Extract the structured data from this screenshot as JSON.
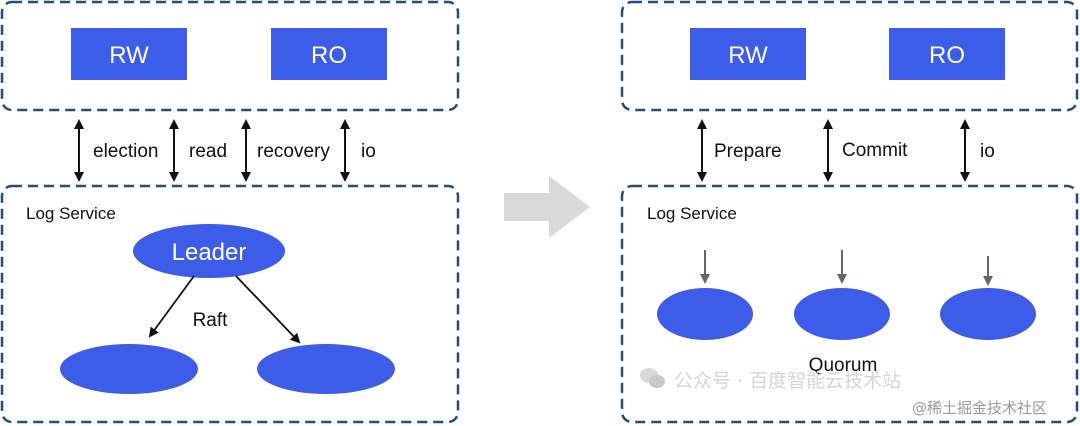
{
  "left_panel": {
    "nodes": {
      "rw": "RW",
      "ro": "RO"
    },
    "links": [
      "election",
      "read",
      "recovery",
      "io"
    ],
    "log_service": {
      "title": "Log Service",
      "leader": "Leader",
      "protocol": "Raft"
    }
  },
  "right_panel": {
    "nodes": {
      "rw": "RW",
      "ro": "RO"
    },
    "links": [
      "Prepare",
      "Commit",
      "io"
    ],
    "log_service": {
      "title": "Log Service",
      "group": "Quorum"
    }
  },
  "watermarks": {
    "wechat": "公众号 · 百度智能云技术站",
    "juejin": "@稀土掘金技术社区"
  },
  "colors": {
    "node_blue": "#3d5ce8",
    "dashed_border": "#1f4f7a",
    "arrow_gray": "#d9d9d9"
  }
}
